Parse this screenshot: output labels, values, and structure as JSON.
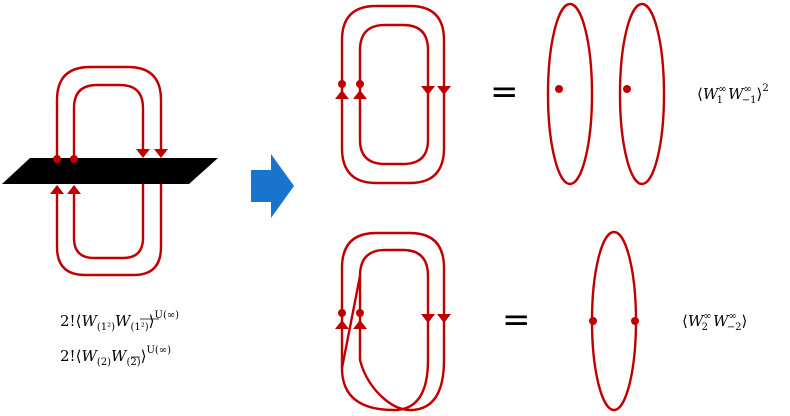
{
  "colors": {
    "wire": "#c00000",
    "plane": "#000000",
    "arrow": "#1874cd",
    "text": "#000000"
  },
  "labels": {
    "left_top": "2!⟨W(1²)W(1̄²)⟩U(∞)",
    "left_top_parts": {
      "prefix": "2!⟨",
      "w1": "W",
      "sub1": "(1²)",
      "w2": "W",
      "sub2": "(1²)",
      "close": "⟩",
      "sup": "U(∞)"
    },
    "left_bottom": "2!⟨W(2)W(2̄)⟩U(∞)",
    "left_bottom_parts": {
      "prefix": "2!⟨",
      "w1": "W",
      "sub1": "(2)",
      "w2": "W",
      "sub2": "(2)",
      "close": "⟩",
      "sup": "U(∞)"
    },
    "equals_top": "=",
    "equals_bottom": "=",
    "right_top_parts": {
      "open": "⟨",
      "w1": "W",
      "sup1": "∞",
      "sub1": "1",
      "w2": "W",
      "sup2": "∞",
      "sub2": "−1",
      "close": "⟩",
      "power": "2"
    },
    "right_bottom_parts": {
      "open": "⟨",
      "w1": "W",
      "sup1": "∞",
      "sub1": "2",
      "w2": "W",
      "sup2": "∞",
      "sub2": "−2",
      "close": "⟩"
    }
  },
  "icons": {
    "transition_arrow": "right-block-arrow-icon"
  }
}
